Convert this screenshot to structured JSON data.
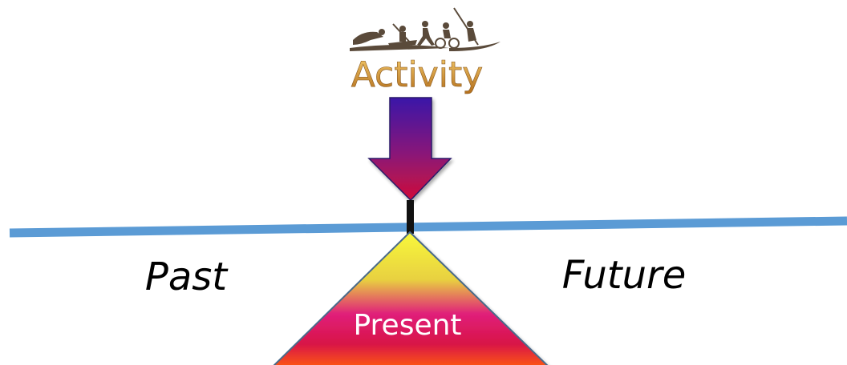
{
  "diagram": {
    "activity_label": "Activity",
    "past_label": "Past",
    "future_label": "Future",
    "present_label": "Present"
  },
  "colors": {
    "timeline": "#5b9bd5",
    "activity_text_top": "#f0c060",
    "activity_text_bottom": "#b8701c",
    "arrow_top": "#3a12a8",
    "arrow_bottom": "#c0103a",
    "triangle_top": "#f4f43a",
    "triangle_bottom": "#ff3a10",
    "stem": "#111111",
    "silhouette": "#5a4a3a"
  },
  "icons": {
    "activity": "sports-silhouettes-icon",
    "arrow": "down-arrow-icon"
  }
}
